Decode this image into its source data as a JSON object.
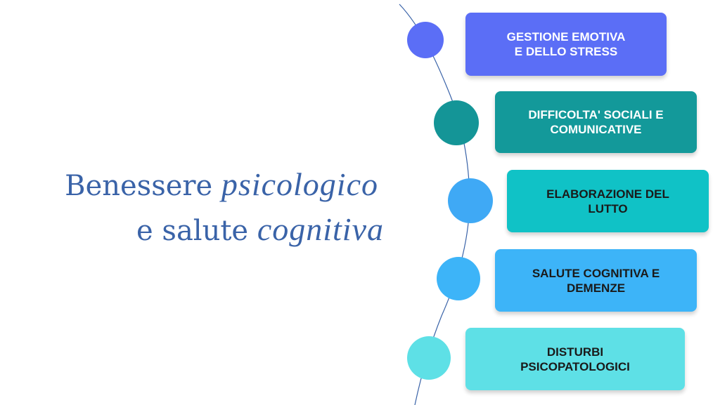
{
  "title": {
    "line1_plain": "Benessere",
    "line1_script": "psicologico",
    "line2_plain": "e salute",
    "line2_script": "cognitiva"
  },
  "items": [
    {
      "label": "GESTIONE EMOTIVA\nE DELLO STRESS",
      "box_color": "#5b6ef6",
      "dot_color": "#5b6ef6",
      "text_color": "#ffffff"
    },
    {
      "label": "DIFFICOLTA' SOCIALI E\nCOMUNICATIVE",
      "box_color": "#13999a",
      "dot_color": "#149597",
      "text_color": "#ffffff"
    },
    {
      "label": "ELABORAZIONE DEL\nLUTTO",
      "box_color": "#10c2c6",
      "dot_color": "#3fa9f5",
      "text_color": "#1a1a1a"
    },
    {
      "label": "SALUTE COGNITIVA E\nDEMENZE",
      "box_color": "#3db4f8",
      "dot_color": "#3db4f8",
      "text_color": "#1a1a1a"
    },
    {
      "label": "DISTURBI\nPSICOPATOLOGICI",
      "box_color": "#5ee0e6",
      "dot_color": "#5ee0e6",
      "text_color": "#1a1a1a"
    }
  ],
  "colors": {
    "title": "#3a63a8",
    "connector": "#3a63a8"
  }
}
